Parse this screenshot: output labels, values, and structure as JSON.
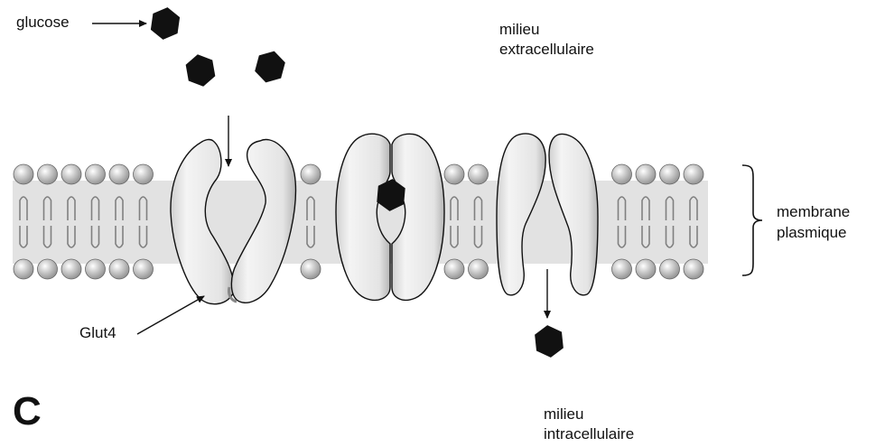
{
  "labels": {
    "glucose": "glucose",
    "extracellular_line1": "milieu",
    "extracellular_line2": "extracellulaire",
    "membrane_line1": "membrane",
    "membrane_line2": "plasmique",
    "transporter": "Glut4",
    "intracellular_line1": "milieu",
    "intracellular_line2": "intracellulaire",
    "panel": "C"
  },
  "colors": {
    "lipid_head": "#c4c4c4",
    "lipid_tail": "#808080",
    "bilayer_fill": "#e2e2e2",
    "protein_fill": "#efefef",
    "protein_shadow": "#a9a9a9",
    "glucose": "#111111",
    "line": "#111111"
  },
  "diagram": {
    "transporter_states": [
      "open-outward",
      "occluded-with-glucose",
      "open-inward"
    ],
    "glucose_count": 5,
    "icons": [
      "glucose-hexagon-icon",
      "arrow-icon",
      "bracket-icon"
    ]
  }
}
